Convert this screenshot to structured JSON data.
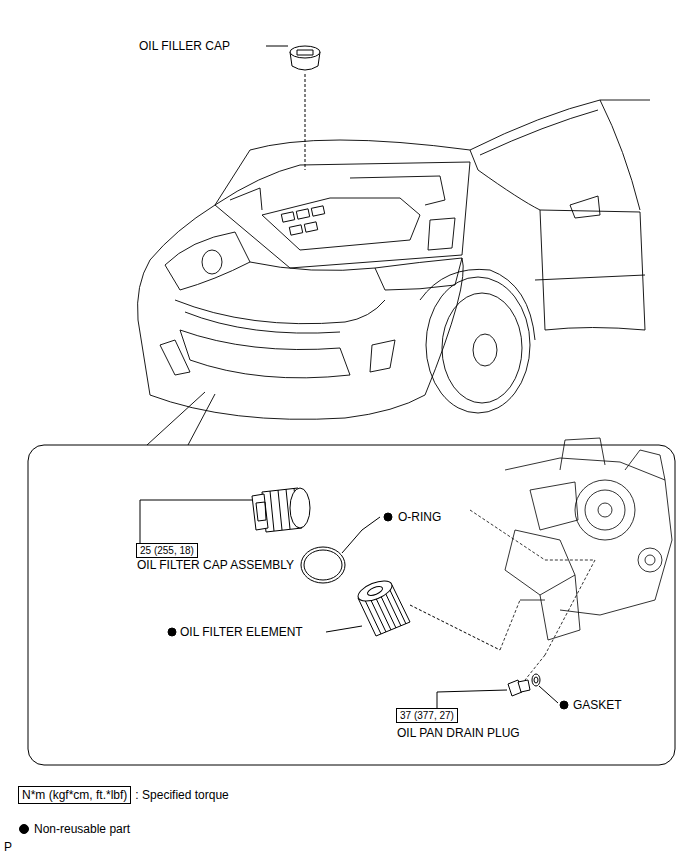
{
  "diagram": {
    "nodes": [
      {
        "text": [
          "25 (255, 18)"
        ]
      },
      {
        "text": [
          "37 (377, 27)"
        ]
      },
      {
        "text": [
          "N*m (kgf*cm, ft.*lbf)"
        ]
      }
    ],
    "labels": [
      "OIL FILLER CAP",
      "OIL FILTER CAP ASSEMBLY",
      "O-RING",
      "OIL FILTER ELEMENT",
      "GASKET",
      "OIL PAN DRAIN PLUG",
      "P"
    ],
    "legend": [
      {
        "text": ": Specified torque"
      },
      {
        "text": "Non-reusable part"
      }
    ]
  }
}
